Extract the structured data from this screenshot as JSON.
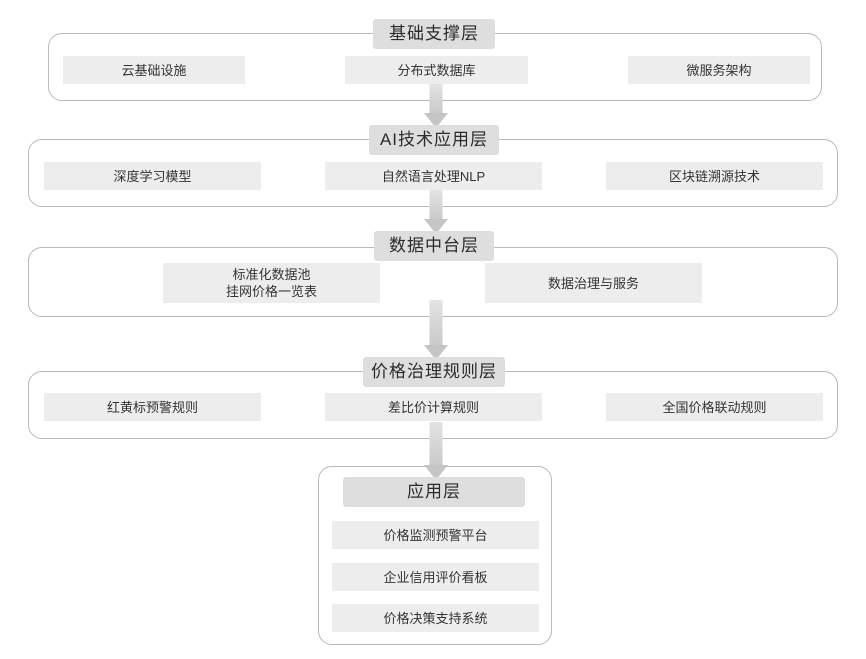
{
  "diagram": {
    "title": "",
    "palette": {
      "container_border": "#b9b9b9",
      "badge_fill": "#dedede",
      "item_fill": "#ededed",
      "arrow_fill": "#c9c9c9",
      "text": "#333333",
      "background": "#ffffff"
    },
    "layers": [
      {
        "id": "infrastructure",
        "title": "基础支撑层",
        "items": [
          {
            "label": "云基础设施"
          },
          {
            "label": "分布式数据库"
          },
          {
            "label": "微服务架构"
          }
        ]
      },
      {
        "id": "ai-technology",
        "title": "AI技术应用层",
        "items": [
          {
            "label": "深度学习模型"
          },
          {
            "label": "自然语言处理NLP"
          },
          {
            "label": "区块链溯源技术"
          }
        ]
      },
      {
        "id": "data-platform",
        "title": "数据中台层",
        "items": [
          {
            "label": "标准化数据池\n挂网价格一览表"
          },
          {
            "label": "数据治理与服务"
          }
        ]
      },
      {
        "id": "price-governance-rules",
        "title": "价格治理规则层",
        "items": [
          {
            "label": "红黄标预警规则"
          },
          {
            "label": "差比价计算规则"
          },
          {
            "label": "全国价格联动规则"
          }
        ]
      },
      {
        "id": "application",
        "title": "应用层",
        "items": [
          {
            "label": "价格监测预警平台"
          },
          {
            "label": "企业信用评价看板"
          },
          {
            "label": "价格决策支持系统"
          }
        ]
      }
    ],
    "connectors": [
      {
        "id": "arrow-infrastructure-to-ai",
        "from": "基础支撑层",
        "to": "AI技术应用层"
      },
      {
        "id": "arrow-ai-to-data",
        "from": "AI技术应用层",
        "to": "数据中台层"
      },
      {
        "id": "arrow-data-to-rules",
        "from": "数据中台层",
        "to": "价格治理规则层"
      },
      {
        "id": "arrow-rules-to-application",
        "from": "价格治理规则层",
        "to": "应用层"
      }
    ]
  }
}
